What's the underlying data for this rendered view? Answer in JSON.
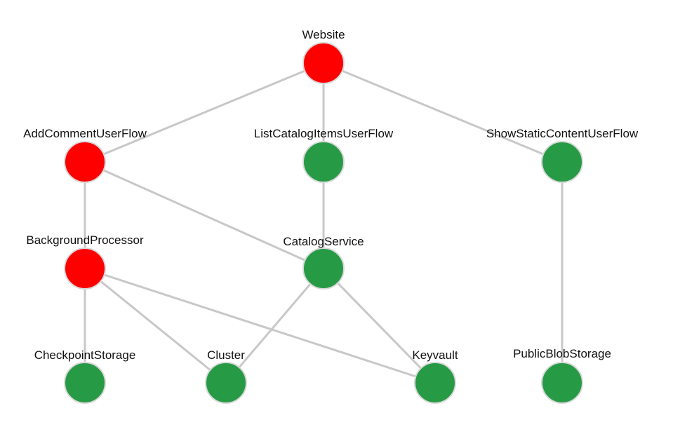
{
  "colors": {
    "failed": "#ff0000",
    "healthy": "#279a45",
    "edge": "#c8c8c8"
  },
  "nodes": [
    {
      "id": "website",
      "label": "Website",
      "status": "failed"
    },
    {
      "id": "add-comment",
      "label": "AddCommentUserFlow",
      "status": "failed"
    },
    {
      "id": "list-catalog",
      "label": "ListCatalogItemsUserFlow",
      "status": "healthy"
    },
    {
      "id": "show-static",
      "label": "ShowStaticContentUserFlow",
      "status": "healthy"
    },
    {
      "id": "background",
      "label": "BackgroundProcessor",
      "status": "failed"
    },
    {
      "id": "catalog-service",
      "label": "CatalogService",
      "status": "healthy"
    },
    {
      "id": "checkpoint",
      "label": "CheckpointStorage",
      "status": "healthy"
    },
    {
      "id": "cluster",
      "label": "Cluster",
      "status": "healthy"
    },
    {
      "id": "keyvault",
      "label": "Keyvault",
      "status": "healthy"
    },
    {
      "id": "public-blob",
      "label": "PublicBlobStorage",
      "status": "healthy"
    }
  ],
  "edges": [
    [
      "website",
      "add-comment"
    ],
    [
      "website",
      "list-catalog"
    ],
    [
      "website",
      "show-static"
    ],
    [
      "add-comment",
      "background"
    ],
    [
      "add-comment",
      "catalog-service"
    ],
    [
      "list-catalog",
      "catalog-service"
    ],
    [
      "show-static",
      "public-blob"
    ],
    [
      "background",
      "checkpoint"
    ],
    [
      "background",
      "cluster"
    ],
    [
      "background",
      "keyvault"
    ],
    [
      "catalog-service",
      "cluster"
    ],
    [
      "catalog-service",
      "keyvault"
    ]
  ]
}
